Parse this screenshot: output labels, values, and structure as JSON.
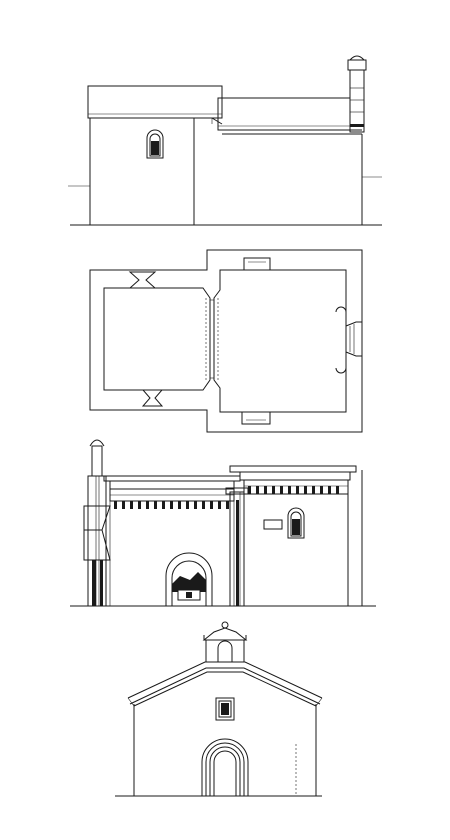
{
  "drawing": {
    "views": [
      {
        "id": "elevation-side"
      },
      {
        "id": "floor-plan"
      },
      {
        "id": "section-longitudinal"
      },
      {
        "id": "elevation-front"
      }
    ]
  }
}
